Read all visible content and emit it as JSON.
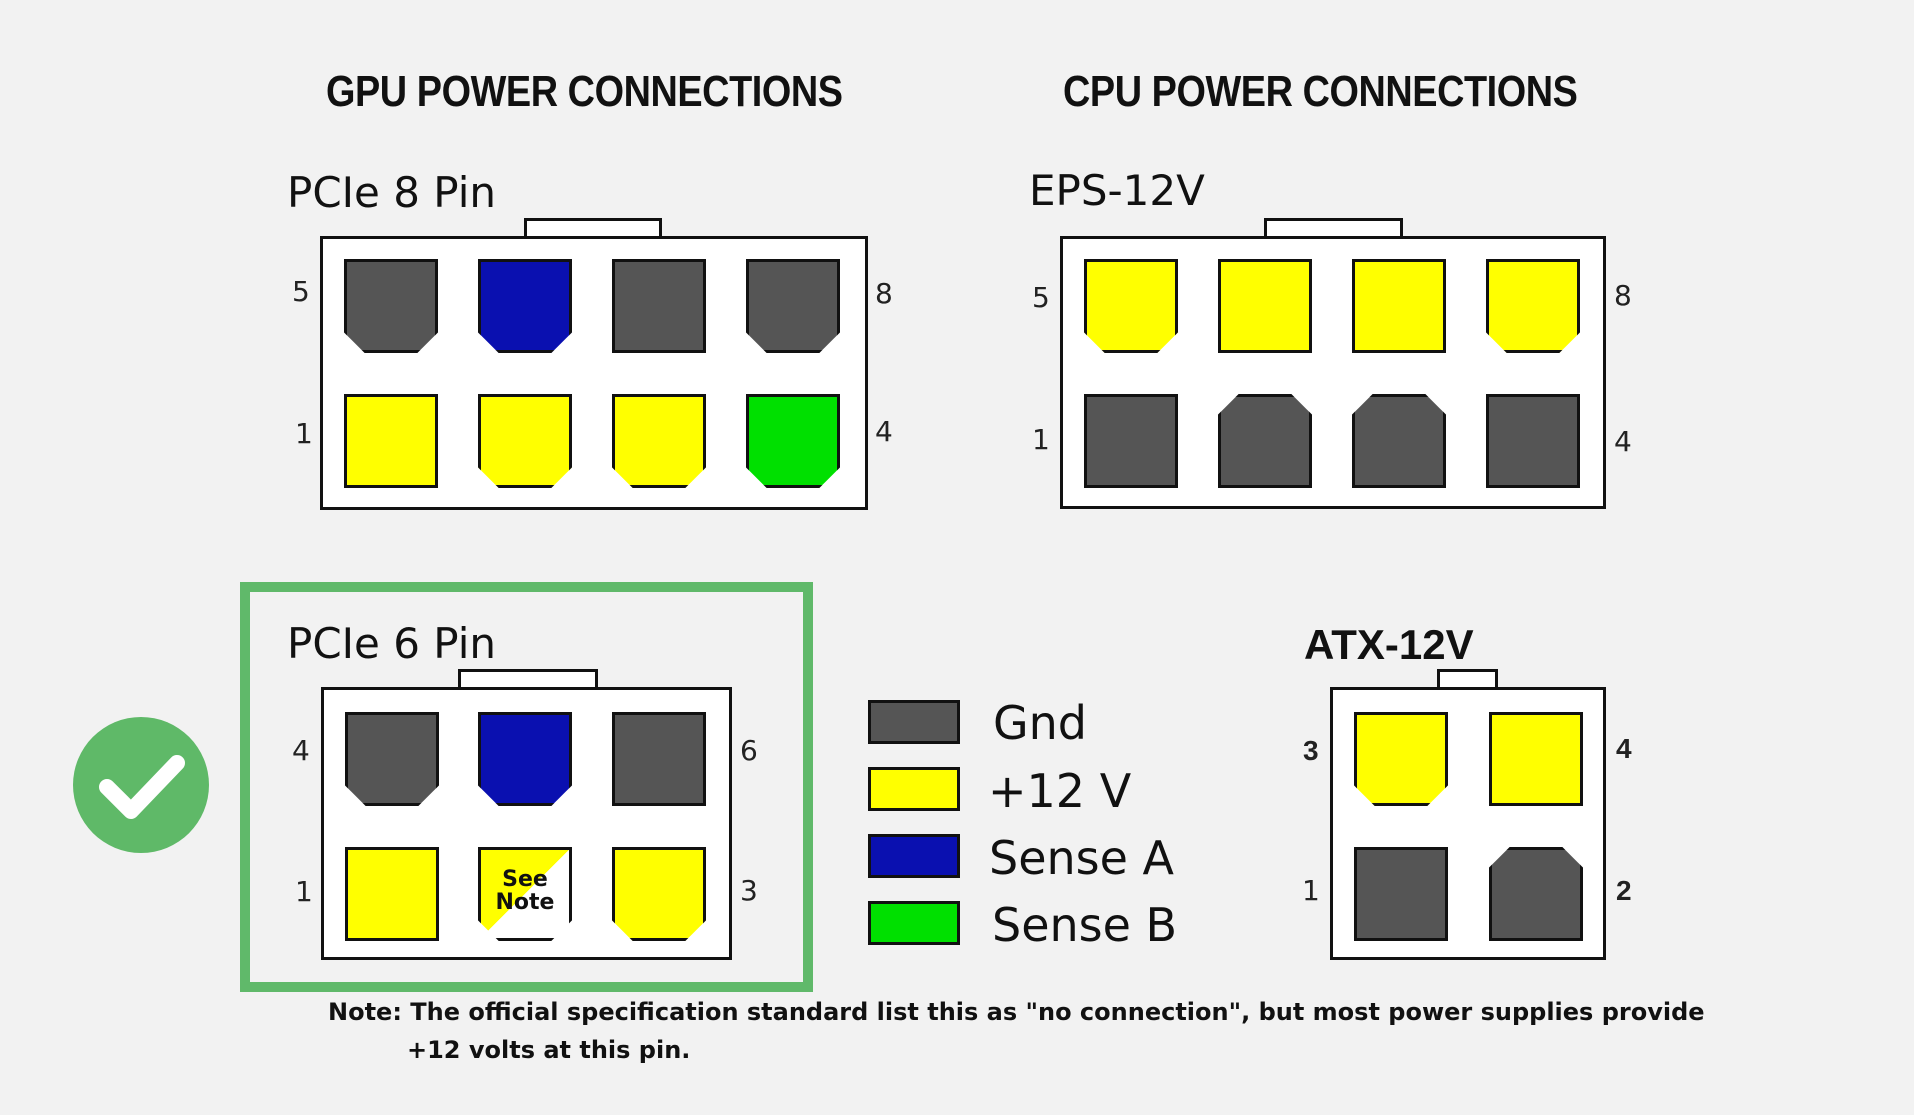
{
  "titles": {
    "gpu": "GPU POWER CONNECTIONS",
    "cpu": "CPU POWER CONNECTIONS"
  },
  "connectors": {
    "pcie8": {
      "label": "PCIe 8 Pin",
      "pin_labels": {
        "top_left": "5",
        "top_right": "8",
        "bottom_left": "1",
        "bottom_right": "4"
      },
      "top_row": [
        "gnd",
        "senseA",
        "gnd",
        "gnd"
      ],
      "bottom_row": [
        "v12",
        "v12",
        "v12",
        "senseB"
      ]
    },
    "eps12v": {
      "label": "EPS-12V",
      "pin_labels": {
        "top_left": "5",
        "top_right": "8",
        "bottom_left": "1",
        "bottom_right": "4"
      },
      "top_row": [
        "v12",
        "v12",
        "v12",
        "v12"
      ],
      "bottom_row": [
        "gnd",
        "gnd",
        "gnd",
        "gnd"
      ]
    },
    "pcie6": {
      "label": "PCIe 6 Pin",
      "pin_labels": {
        "top_left": "4",
        "top_right": "6",
        "bottom_left": "1",
        "bottom_right": "3"
      },
      "top_row": [
        "gnd",
        "senseA",
        "gnd"
      ],
      "bottom_row": [
        "v12",
        "v12/none",
        "v12"
      ],
      "see_note_line1": "See",
      "see_note_line2": "Note"
    },
    "atx12v": {
      "label": "ATX-12V",
      "pin_labels": {
        "top_left": "3",
        "top_right": "4",
        "bottom_left": "1",
        "bottom_right": "2"
      },
      "top_row": [
        "v12",
        "v12"
      ],
      "bottom_row": [
        "gnd",
        "gnd"
      ]
    }
  },
  "legend": [
    {
      "key": "gnd",
      "label": "Gnd",
      "color": "#555555"
    },
    {
      "key": "v12",
      "label": "+12 V",
      "color": "#ffff00"
    },
    {
      "key": "senseA",
      "label": "Sense A",
      "color": "#0a10b0"
    },
    {
      "key": "senseB",
      "label": "Sense B",
      "color": "#00e000"
    }
  ],
  "colors": {
    "highlight": "#60b96a",
    "background": "#f2f2f2"
  },
  "icons": {
    "checkmark": "check-circle-icon"
  },
  "note": {
    "line1": "Note: The official specification standard list this as \"no connection\", but most power supplies provide",
    "line2": "+12 volts at this pin."
  }
}
